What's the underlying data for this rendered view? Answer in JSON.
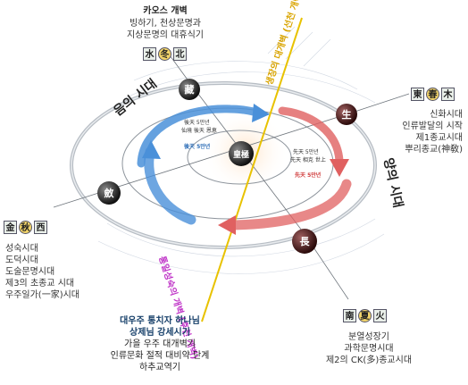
{
  "chaos": {
    "title": "카오스 개벽",
    "lines": [
      "빙하기, 천상문명과",
      "지상문명의 대휴식기"
    ],
    "chips": [
      "水",
      "冬",
      "北"
    ]
  },
  "east": {
    "chips": [
      "東",
      "春",
      "木"
    ],
    "lines": [
      "신화시대",
      "인류발달의 시작",
      "제1종교시대",
      "뿌리종교(神敎)"
    ]
  },
  "west": {
    "chips": [
      "金",
      "秋",
      "西"
    ],
    "lines": [
      "성숙시대",
      "도덕시대",
      "도술문명시대",
      "제3의 초종교 시대",
      "우주일가(一家)시대"
    ]
  },
  "south": {
    "chips": [
      "南",
      "夏",
      "火"
    ],
    "lines": [
      "분열성장기",
      "과학문명시대",
      "제2의 CK(多)종교시대"
    ]
  },
  "center_box": {
    "line1": "대우주 통치자 하나님",
    "line2": "상제님 강세시기",
    "lines": [
      "가을 우주 대개벽기",
      "인류문화 절적 대비약 단계",
      "하추교역기"
    ]
  },
  "arc_labels": {
    "left": "음의 시대",
    "right": "양의 시대"
  },
  "stations": {
    "top": "藏",
    "right": "生",
    "bottom": "長",
    "left": "斂",
    "center": "皇極"
  },
  "axis_labels": {
    "upper": "생장의 대개벽 (선천 개벽)",
    "lower": "통일성숙의 개벽 (후천 개벽)"
  },
  "inner_notes": {
    "left_lines": [
      "後天 5만년",
      "仙境 後天 恩恵",
      "後天 5만년"
    ],
    "right_lines": [
      "先天 5만년",
      "先天 相克 世上",
      "先天 5만년"
    ]
  },
  "colors": {
    "blue_arrow": "#4a90d9",
    "red_arrow": "#e06060",
    "axis_line": "#e8c200",
    "ring": "#a7aeb6",
    "station": "#303030"
  }
}
